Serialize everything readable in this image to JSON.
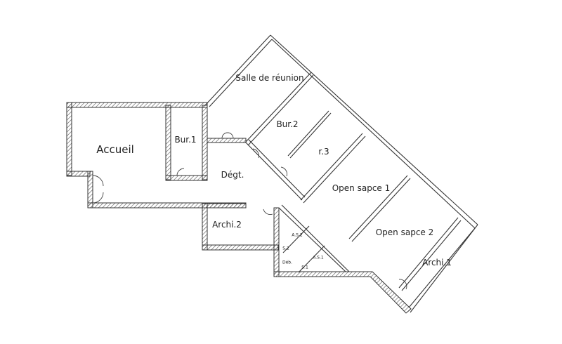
{
  "plan": {
    "rooms": {
      "accueil": "Accueil",
      "bur1": "Bur.1",
      "salle_reunion": "Salle de réunion",
      "bur2": "Bur.2",
      "r3": "r.3",
      "degt": "Dégt.",
      "archi2": "Archi.2",
      "open_space_1": "Open sapce 1",
      "open_space_2": "Open sapce 2",
      "archi1": "Archi.1",
      "as2": "A.S.2",
      "s2": "S.2",
      "deb": "Déb.",
      "s1": "S.1",
      "as1": "A.S.1"
    },
    "colors": {
      "wall": "#333333",
      "hatch": "#555555",
      "background": "#ffffff"
    }
  }
}
